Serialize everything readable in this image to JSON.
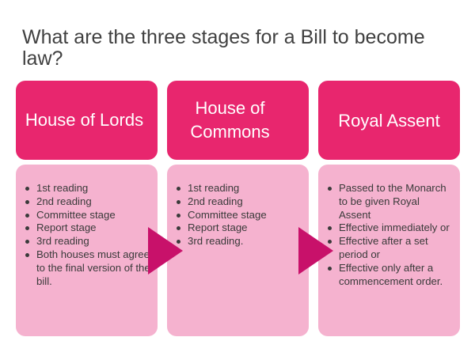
{
  "title": "What are the three stages for a Bill to become law?",
  "stages": [
    {
      "heading": "House of Lords",
      "items": [
        "1st reading",
        "2nd reading",
        "Committee stage",
        "Report stage",
        "3rd reading",
        "Both houses must agree to the final version of the bill."
      ]
    },
    {
      "heading": "House of Commons",
      "items": [
        "1st reading",
        "2nd reading",
        "Committee stage",
        "Report stage",
        "3rd reading."
      ]
    },
    {
      "heading": "Royal Assent",
      "items": [
        "Passed to the Monarch to be given Royal Assent",
        "Effective immediately or",
        "Effective after a set period or",
        "Effective only after a commencement order."
      ]
    }
  ],
  "colors": {
    "header_fill": "#e8266e",
    "body_fill": "#f5b2cf",
    "arrow_fill": "#c8116a",
    "title_text": "#404040"
  },
  "icons": [
    "arrow-right-icon",
    "arrow-right-icon"
  ]
}
